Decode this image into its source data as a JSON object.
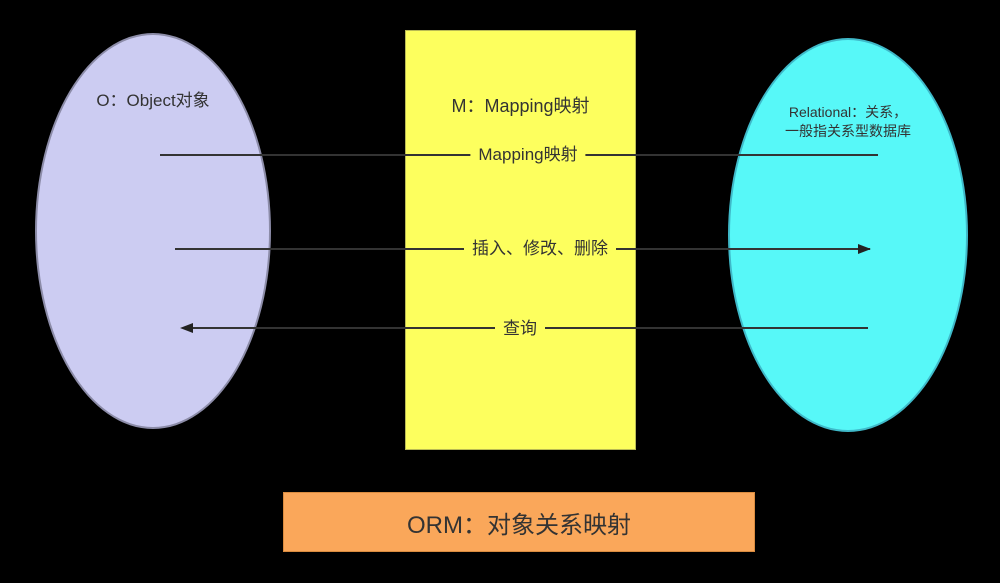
{
  "diagram": {
    "title": "ORM：对象关系映射",
    "left_ellipse": {
      "label": "O：Object对象"
    },
    "middle_rect": {
      "label": "M：Mapping映射"
    },
    "right_ellipse": {
      "label_line1": "Relational：关系，",
      "label_line2": "一般指关系型数据库"
    },
    "arrows": [
      {
        "label": "Mapping映射",
        "direction": "none"
      },
      {
        "label": "插入、修改、删除",
        "direction": "right"
      },
      {
        "label": "查询",
        "direction": "left"
      }
    ],
    "colors": {
      "background": "#000000",
      "object_ellipse": "#ccccf2",
      "mapping_rect": "#fdff5e",
      "relational_ellipse": "#57f8f8",
      "banner": "#faa75a",
      "line": "#333333",
      "text": "#333333"
    }
  }
}
